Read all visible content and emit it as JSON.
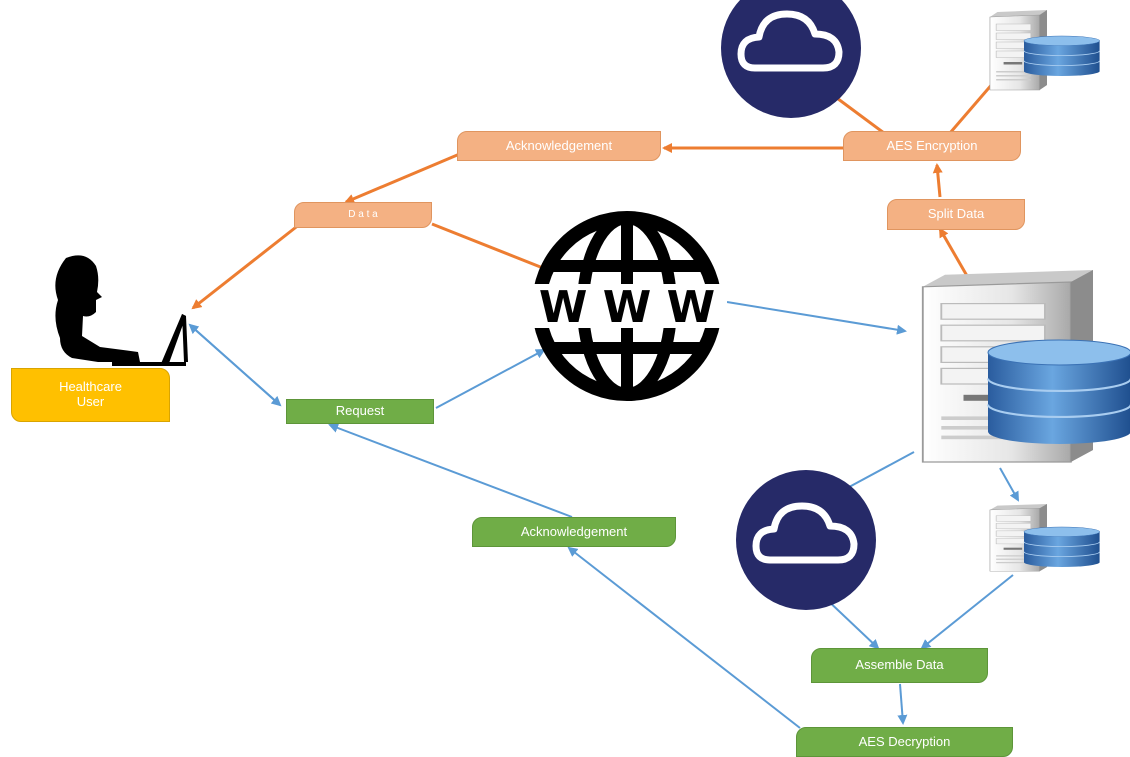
{
  "diagram": {
    "nodes": {
      "healthcare_user": "Healthcare\nUser",
      "request": "Request",
      "data": "D a t a",
      "acknowledgement_top": "Acknowledgement",
      "aes_encryption": "AES Encryption",
      "split_data": "Split Data",
      "acknowledgement_bottom": "Acknowledgement",
      "assemble_data": "Assemble Data",
      "aes_decryption": "AES Decryption",
      "www": "W W W"
    },
    "colors": {
      "orange_box": "#f4b183",
      "green_box": "#70ad47",
      "yellow_box": "#ffc000",
      "orange_arrow": "#ed7d31",
      "blue_arrow": "#5b9bd5",
      "cloud_circle": "#262a68"
    },
    "icons": [
      "person-at-laptop-icon",
      "globe-www-icon",
      "cloud-icon",
      "server-database-icon"
    ]
  }
}
